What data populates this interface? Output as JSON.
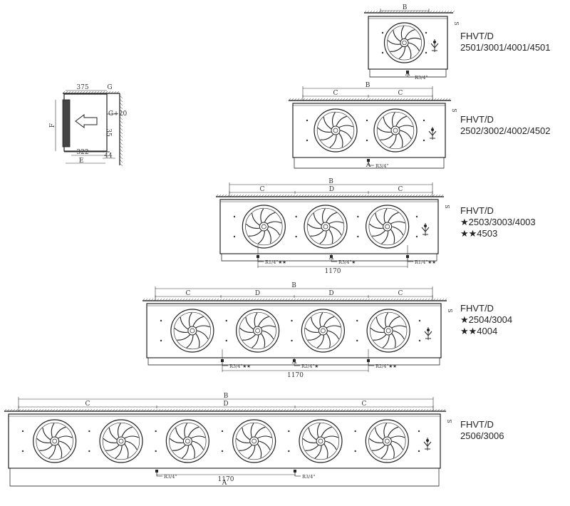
{
  "side_view": {
    "dims": {
      "width_top": "375",
      "g_top": "G",
      "g20": "G+20",
      "f_left": "F",
      "h35": "35",
      "w322": "322",
      "w44": "44",
      "e_bottom": "E"
    }
  },
  "units": [
    {
      "model": "FHVT/D",
      "codes": [
        "2501/3001/4001/4501"
      ],
      "fans": 1,
      "dims": {
        "b": "B",
        "a": "A",
        "s": "S"
      },
      "segments": [],
      "pipes": [
        "R3/4\""
      ],
      "span": ""
    },
    {
      "model": "FHVT/D",
      "codes": [
        "2502/3002/4002/4502"
      ],
      "fans": 2,
      "dims": {
        "b": "B",
        "a": "A",
        "s": "S"
      },
      "segments": [
        "C",
        "C"
      ],
      "pipes": [
        "R3/4\""
      ],
      "span": ""
    },
    {
      "model": "FHVT/D",
      "codes": [
        "★2503/3003/4003",
        "★★4503"
      ],
      "fans": 3,
      "dims": {
        "b": "B",
        "a": "A",
        "s": "S"
      },
      "segments": [
        "C",
        "D",
        "C"
      ],
      "pipes": [
        "R1/4\"★★",
        "R3/4\"★",
        "R1/4\"★★"
      ],
      "span": "1170"
    },
    {
      "model": "FHVT/D",
      "codes": [
        "★2504/3004",
        "★★4004"
      ],
      "fans": 4,
      "dims": {
        "b": "B",
        "a": "A",
        "s": "S"
      },
      "segments": [
        "C",
        "D",
        "D",
        "C"
      ],
      "pipes": [
        "R3/4\"★★",
        "R2/4\"★",
        "R2/4\"★★"
      ],
      "span": "1170"
    },
    {
      "model": "FHVT/D",
      "codes": [
        "2506/3006"
      ],
      "fans": 6,
      "dims": {
        "b": "B",
        "a": "A",
        "s": "S"
      },
      "segments": [
        "C",
        "D",
        "C"
      ],
      "pipes": [
        "R3/4\"",
        "R3/4\""
      ],
      "span": "1170"
    }
  ]
}
